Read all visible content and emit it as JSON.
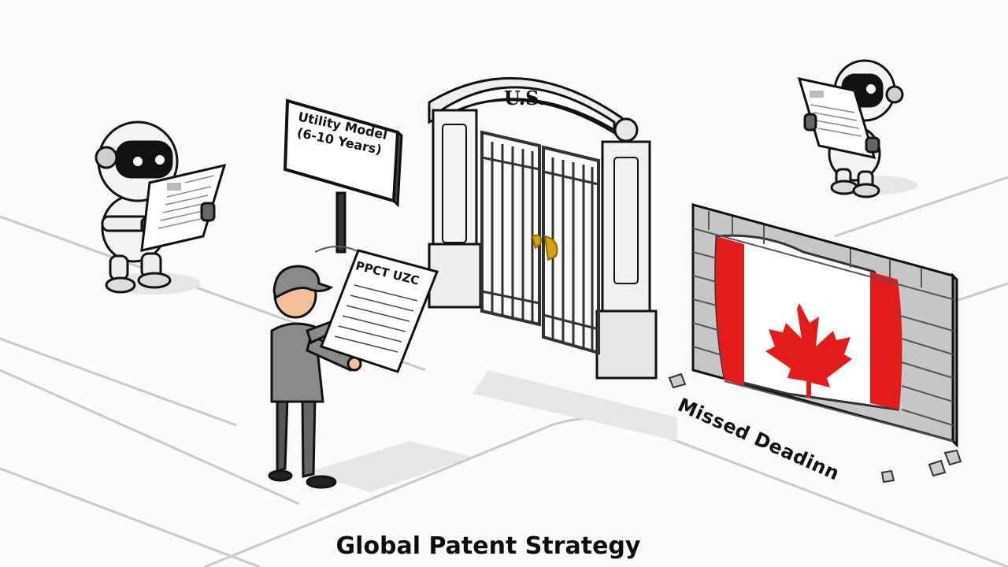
{
  "caption": "Global Patent Strategy",
  "signpost": {
    "line1": "Utility Model",
    "line2": "(6-10 Years)"
  },
  "gate": {
    "label": "U.S."
  },
  "document": {
    "title": "PPCT UZC"
  },
  "wall": {
    "label": "Missed Deadinn"
  },
  "colors": {
    "flag_red": "#e31b1b",
    "flag_white": "#ffffff",
    "brick_gray": "#bdbdbd",
    "gate_iron": "#333333",
    "gate_gold": "#d4a017",
    "person_gray": "#8a8a8a",
    "skin": "#f4c09a",
    "road_line": "#cfcfcf"
  }
}
